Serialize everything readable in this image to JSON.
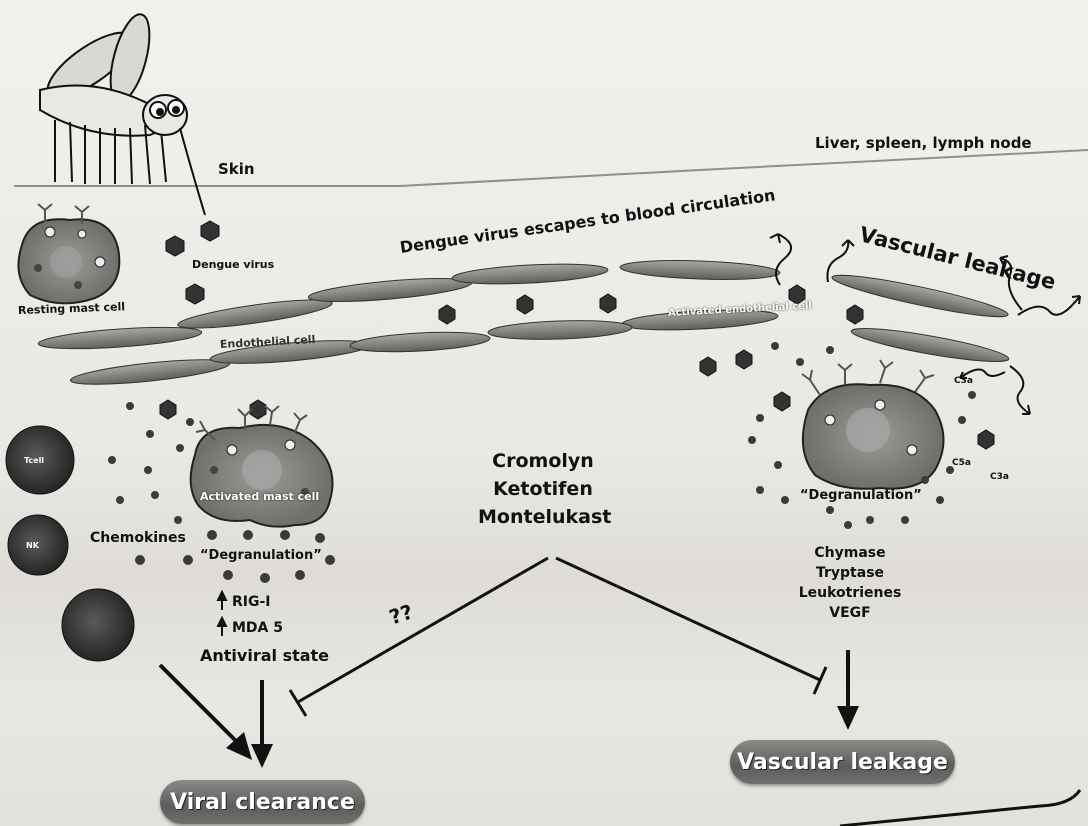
{
  "labels": {
    "skin": "Skin",
    "organs": "Liver, spleen, lymph node",
    "dengue_virus": "Dengue virus",
    "resting_mast_cell": "Resting mast cell",
    "endothelial_cell": "Endothelial cell",
    "escape": "Dengue virus escapes to blood circulation",
    "activated_endothelial_cell": "Activated endothelial cell",
    "vascular_leakage_top": "Vascular leakage",
    "activated_mast_cell": "Activated mast cell",
    "degranulation_left": "“Degranulation”",
    "degranulation_right": "“Degranulation”",
    "chemokines": "Chemokines",
    "rig1": "RIG-I",
    "mda5": "MDA 5",
    "antiviral_state": "Antiviral state",
    "question": "??",
    "cell_tcell": "Tcell",
    "cell_nk": "NK",
    "c3a": "C3a",
    "c5a": "C5a",
    "c3a_2": "C3a"
  },
  "drugs": [
    "Cromolyn",
    "Ketotifen",
    "Montelukast"
  ],
  "mediators": [
    "Chymase",
    "Tryptase",
    "Leukotrienes",
    "VEGF"
  ],
  "outcomes": {
    "viral_clearance": "Viral clearance",
    "vascular_leakage": "Vascular leakage"
  }
}
